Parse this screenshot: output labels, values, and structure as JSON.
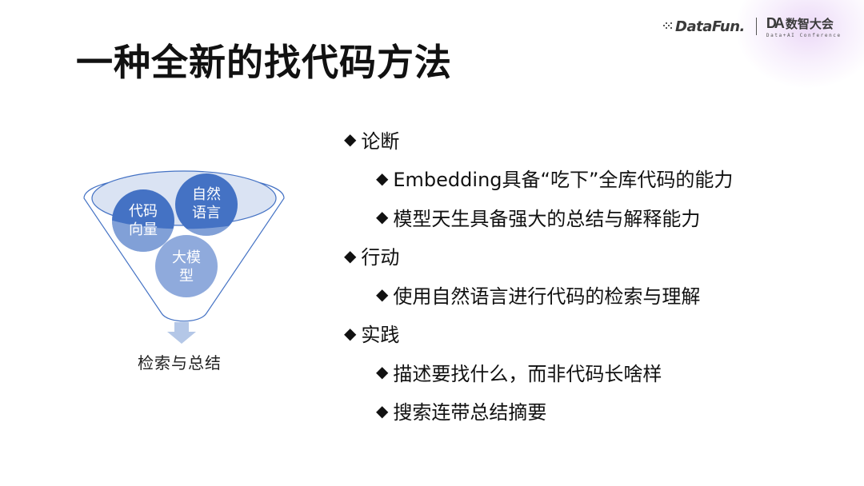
{
  "slide": {
    "title": "一种全新的找代码方法",
    "branding": {
      "left_logo": "DataFun.",
      "right_logo_mark": "DA",
      "right_logo_cn": "数智大会",
      "right_logo_sub": "Data+AI Conference"
    }
  },
  "diagram": {
    "type": "funnel",
    "circles": [
      {
        "label_line1": "代码",
        "label_line2": "向量",
        "color": "#4472C4"
      },
      {
        "label_line1": "自然",
        "label_line2": "语言",
        "color": "#4472C4"
      },
      {
        "label_line1": "大模",
        "label_line2": "型",
        "color": "#8FAADC"
      }
    ],
    "output_label": "检索与总结",
    "colors": {
      "funnel_stroke": "#4472C4",
      "funnel_top_fill": "#DAE3F3",
      "arrow_fill": "#B4C7E7"
    }
  },
  "bullets": [
    {
      "level": 1,
      "text": "论断"
    },
    {
      "level": 2,
      "text": "Embedding具备“吃下”全库代码的能力"
    },
    {
      "level": 2,
      "text": "模型天生具备强大的总结与解释能力"
    },
    {
      "level": 1,
      "text": "行动"
    },
    {
      "level": 2,
      "text": "使用自然语言进行代码的检索与理解"
    },
    {
      "level": 1,
      "text": "实践"
    },
    {
      "level": 2,
      "text": "描述要找什么，而非代码长啥样"
    },
    {
      "level": 2,
      "text": "搜索连带总结摘要"
    }
  ],
  "bullet_glyph": "◆"
}
